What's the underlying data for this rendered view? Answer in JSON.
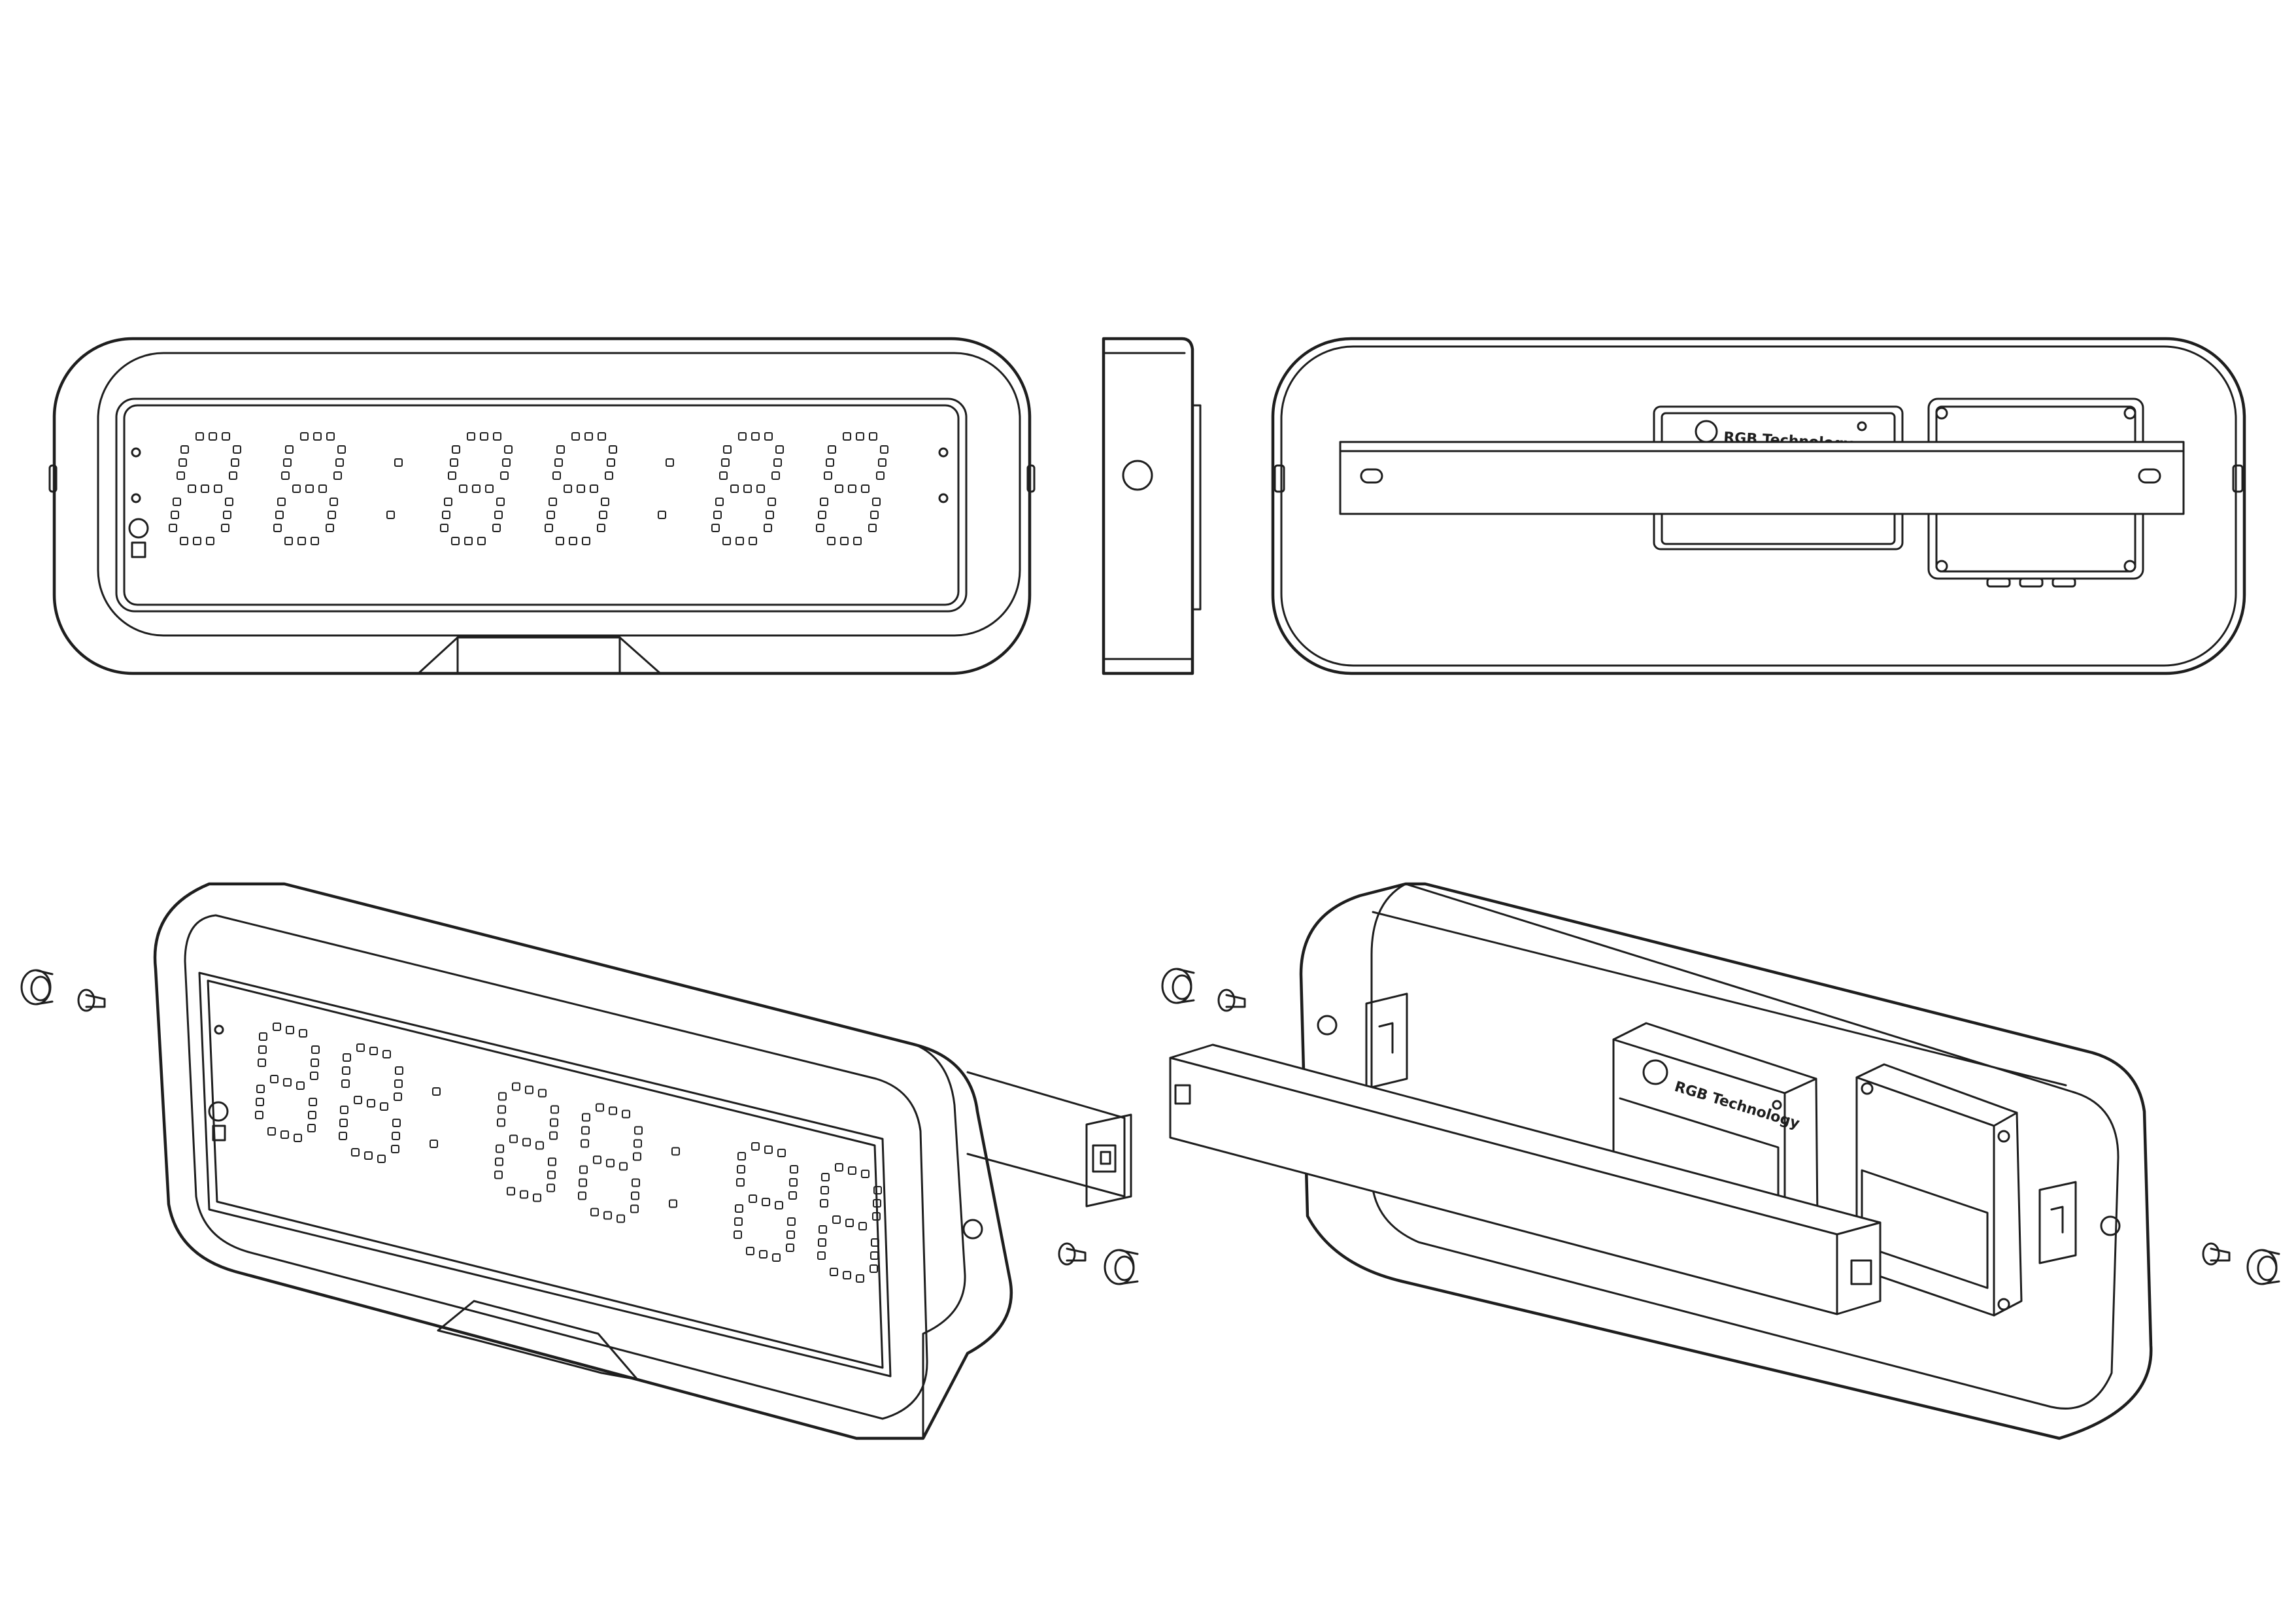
{
  "drawing": {
    "views": [
      {
        "id": "front",
        "display_digits": "88:88:88"
      },
      {
        "id": "side"
      },
      {
        "id": "rear",
        "module_label": "RGB Technology"
      },
      {
        "id": "front-iso-exploded",
        "display_digits": "88:88:88"
      },
      {
        "id": "rear-iso-exploded",
        "module_label": "RGB Technology"
      }
    ],
    "brand_label": "RGB Technology",
    "line_color": "#1e1e1e",
    "background": "#ffffff"
  }
}
